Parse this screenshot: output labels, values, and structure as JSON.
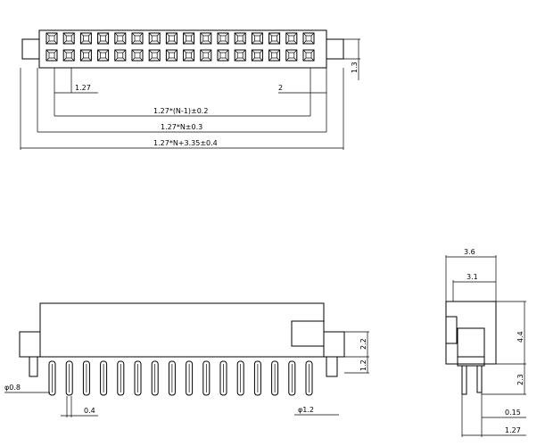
{
  "top_view": {
    "pitch_label": "1.27",
    "edge_label": "2",
    "height_label": "1.3",
    "dims": [
      "1.27*(N-1)±0.2",
      "1.27*N±0.3",
      "1.27*N+3.35±0.4"
    ]
  },
  "front_view": {
    "h_top_label": "2.2",
    "h_bottom_label": "1.2",
    "pin_label": "0.4",
    "hole_left_label": "φ0.8",
    "hole_right_label": "φ1.2"
  },
  "side_view": {
    "w_outer_label": "3.6",
    "w_inner_label": "3.1",
    "h_upper_label": "4.4",
    "h_lower_label": "2.3",
    "offset_label": "0.15",
    "pitch_label": "1.27"
  },
  "colors": {
    "line": "#000000",
    "background": "#ffffff"
  }
}
